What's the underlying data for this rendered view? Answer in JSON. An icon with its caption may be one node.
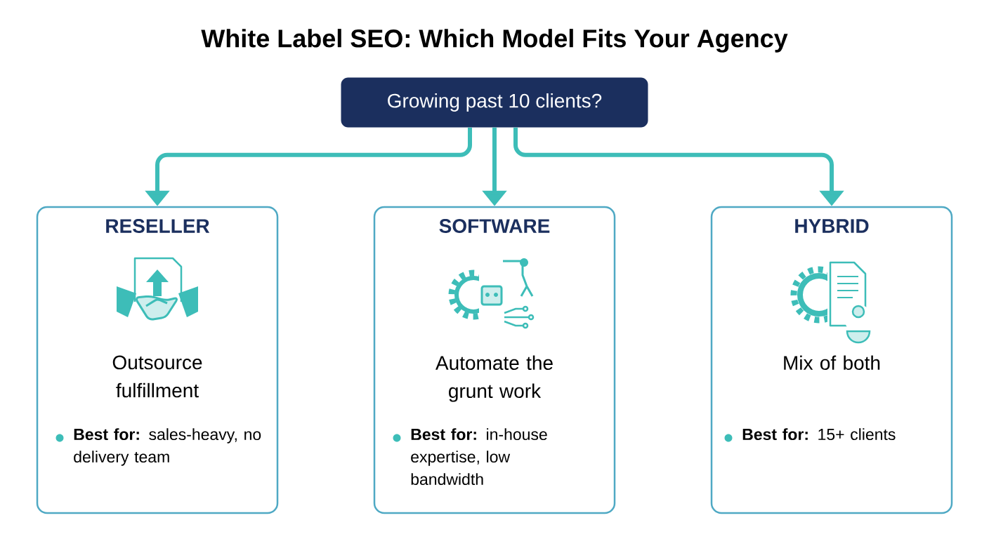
{
  "diagram": {
    "title": "White Label SEO: Which Model Fits Your Agency",
    "nodes": [
      {
        "text": [
          "Growing past 10 clients?"
        ]
      },
      {
        "text": [
          "RESELLER",
          "Outsource fulfillment",
          "**Best for:** sales-heavy, no delivery team"
        ]
      },
      {
        "text": [
          "SOFTWARE",
          "Automate the grunt work",
          "**Best for:** in-house expertise, low bandwidth"
        ]
      },
      {
        "text": [
          "HYBRID",
          "Mix of both",
          "**Best for:** 15+ clients"
        ]
      }
    ],
    "edges": [
      {
        "from": 0,
        "to": 1,
        "arrow": "to"
      },
      {
        "from": 0,
        "to": 2,
        "arrow": "to"
      },
      {
        "from": 0,
        "to": 3,
        "arrow": "to"
      }
    ]
  }
}
